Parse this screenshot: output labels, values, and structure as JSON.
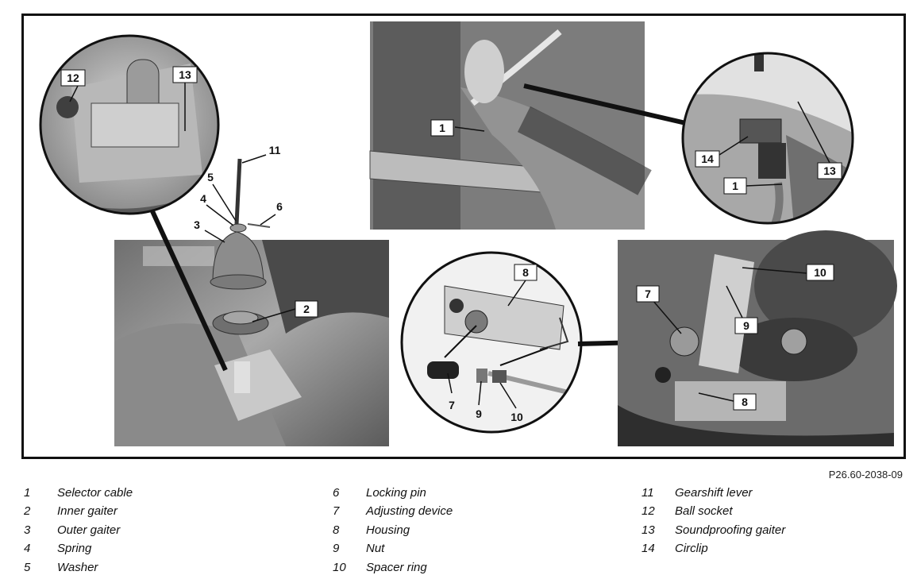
{
  "figure_code": "P26.60-2038-09",
  "callouts": {
    "c1a": "1",
    "c1b": "1",
    "c2": "2",
    "c3": "3",
    "c4": "4",
    "c5": "5",
    "c6": "6",
    "c7a": "7",
    "c7b": "7",
    "c8a": "8",
    "c8b": "8",
    "c9a": "9",
    "c9b": "9",
    "c10a": "10",
    "c10b": "10",
    "c11": "11",
    "c12": "12",
    "c13a": "13",
    "c13b": "13",
    "c14": "14"
  },
  "legend": [
    [
      {
        "num": "1",
        "text": "Selector cable"
      },
      {
        "num": "2",
        "text": "Inner gaiter"
      },
      {
        "num": "3",
        "text": "Outer gaiter"
      },
      {
        "num": "4",
        "text": "Spring"
      },
      {
        "num": "5",
        "text": "Washer"
      }
    ],
    [
      {
        "num": "6",
        "text": "Locking pin"
      },
      {
        "num": "7",
        "text": "Adjusting device"
      },
      {
        "num": "8",
        "text": "Housing"
      },
      {
        "num": "9",
        "text": "Nut"
      },
      {
        "num": "10",
        "text": "Spacer ring"
      }
    ],
    [
      {
        "num": "11",
        "text": "Gearshift lever"
      },
      {
        "num": "12",
        "text": "Ball socket"
      },
      {
        "num": "13",
        "text": "Soundproofing gaiter"
      },
      {
        "num": "14",
        "text": "Circlip"
      }
    ]
  ]
}
